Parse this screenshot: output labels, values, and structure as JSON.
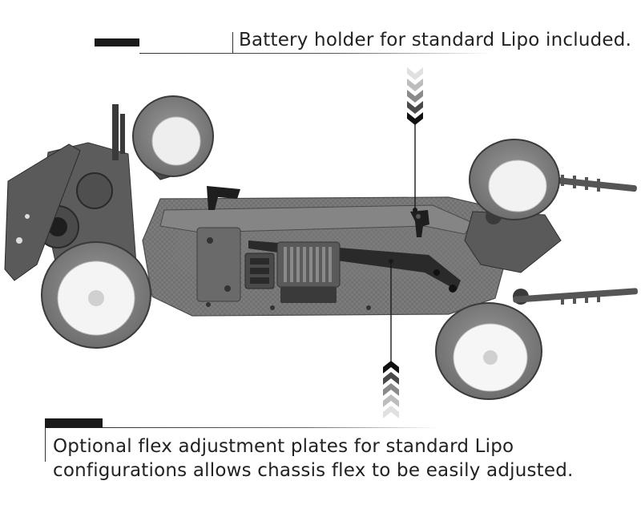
{
  "callouts": {
    "top": {
      "text": "Battery holder for standard Lipo included."
    },
    "bottom": {
      "line1": "Optional flex adjustment plates for standard Lipo",
      "line2": "configurations allows chassis flex to be easily adjusted."
    }
  },
  "colors": {
    "background": "#ffffff",
    "chassis": "#6e6e6e",
    "accent_dark": "#1a1a1a",
    "text": "#222222"
  }
}
